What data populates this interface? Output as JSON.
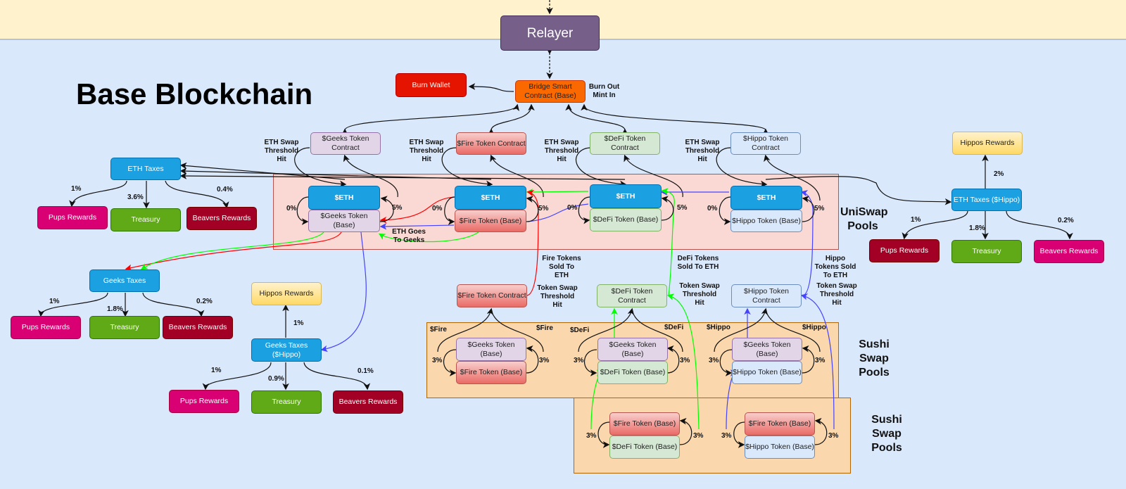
{
  "title": "Base Blockchain",
  "relayer": "Relayer",
  "burn_wallet": "Burn Wallet",
  "bridge": "Bridge Smart Contract (Base)",
  "bridge_note": "Burn Out Mint In",
  "contracts": {
    "geeks": "$Geeks Token Contract",
    "fire": "$Fire Token Contract",
    "defi": "$DeFi Token Contract",
    "hippo": "$Hippo Token Contract"
  },
  "eth_swap_label": "ETH Swap Threshold Hit",
  "uniswap": {
    "label": "UniSwap Pools",
    "eth": "$ETH",
    "pools": [
      {
        "token": "$Geeks Token (Base)",
        "in_pct": "0%",
        "out_pct": "5%"
      },
      {
        "token": "$Fire Token (Base)",
        "in_pct": "0%",
        "out_pct": "5%"
      },
      {
        "token": "$DeFi Token (Base)",
        "in_pct": "0%",
        "out_pct": "5%"
      },
      {
        "token": "$Hippo Token (Base)",
        "in_pct": "0%",
        "out_pct": "5%"
      }
    ],
    "eth_goes_to_geeks": "ETH Goes To Geeks"
  },
  "eth_taxes": {
    "label": "ETH Taxes",
    "pups": "Pups Rewards",
    "pups_pct": "1%",
    "treasury": "Treasury",
    "treasury_pct": "3.6%",
    "beavers": "Beavers Rewards",
    "beavers_pct": "0.4%"
  },
  "eth_taxes_hippo": {
    "label": "ETH Taxes ($Hippo)",
    "hippos": "Hippos Rewards",
    "hippos_pct": "2%",
    "pups": "Pups Rewards",
    "pups_pct": "1%",
    "treasury": "Treasury",
    "treasury_pct": "1.8%",
    "beavers": "Beavers Rewards",
    "beavers_pct": "0.2%"
  },
  "geeks_taxes": {
    "label": "Geeks Taxes",
    "pups": "Pups Rewards",
    "pups_pct": "1%",
    "treasury": "Treasury",
    "treasury_pct": "1.8%",
    "beavers": "Beavers Rewards",
    "beavers_pct": "0.2%"
  },
  "geeks_taxes_hippo": {
    "label": "Geeks Taxes ($Hippo)",
    "hippos": "Hippos Rewards",
    "hippos_pct": "1%",
    "pups": "Pups Rewards",
    "pups_pct": "1%",
    "treasury": "Treasury",
    "treasury_pct": "0.9%",
    "beavers": "Beavers Rewards",
    "beavers_pct": "0.1%"
  },
  "sold_labels": {
    "fire": "Fire Tokens Sold To ETH",
    "defi": "DeFi Tokens Sold To ETH",
    "hippo": "Hippo Tokens Sold To ETH"
  },
  "token_swap_label": "Token Swap Threshold Hit",
  "sushi": {
    "label": "Sushi Swap Pools",
    "pools1": [
      {
        "top": "$Geeks Token (Base)",
        "bottom": "$Fire Token (Base)",
        "tag": "$Fire",
        "pct": "3%"
      },
      {
        "top": "$Geeks Token (Base)",
        "bottom": "$DeFi Token (Base)",
        "tag": "$DeFi",
        "pct": "3%"
      },
      {
        "top": "$Geeks Token (Base)",
        "bottom": "$Hippo Token (Base)",
        "tag": "$Hippo",
        "pct": "3%"
      }
    ],
    "pools2": [
      {
        "top": "$Fire Token (Base)",
        "bottom": "$DeFi Token (Base)",
        "pct": "3%"
      },
      {
        "top": "$Fire Token (Base)",
        "bottom": "$Hippo Token (Base)",
        "pct": "3%"
      }
    ]
  }
}
